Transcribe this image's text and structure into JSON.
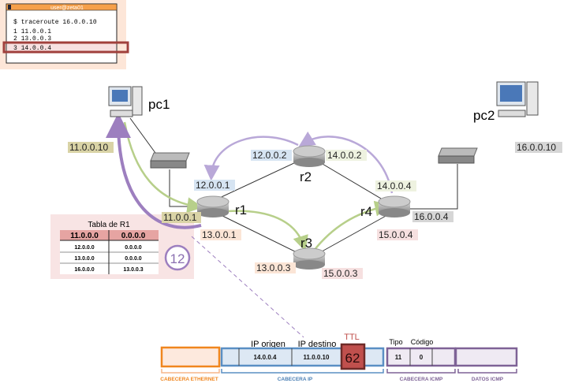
{
  "terminal": {
    "title": "user@zeta01",
    "command": "$ traceroute 16.0.0.10",
    "lines": [
      "1 11.0.0.1",
      "2 13.0.0.3",
      "3 14.0.0.4"
    ]
  },
  "hosts": {
    "pc1": "pc1",
    "pc2": "pc2",
    "pc1_ip": "11.0.0.10",
    "pc2_ip": "16.0.0.10"
  },
  "routers": {
    "r1": "r1",
    "r2": "r2",
    "r3": "r3",
    "r4": "r4"
  },
  "interfaces": {
    "r1_a": "11.0.0.1",
    "r1_b": "12.0.0.1",
    "r1_c": "13.0.0.1",
    "r2_a": "12.0.0.2",
    "r2_b": "14.0.0.2",
    "r3_a": "13.0.0.3",
    "r3_b": "15.0.0.3",
    "r4_a": "14.0.0.4",
    "r4_b": "15.0.0.4",
    "r4_c": "16.0.0.4"
  },
  "routing_table": {
    "title": "Tabla de R1",
    "rows": [
      [
        "11.0.0.0",
        "0.0.0.0"
      ],
      [
        "12.0.0.0",
        "0.0.0.0"
      ],
      [
        "13.0.0.0",
        "0.0.0.0"
      ],
      [
        "16.0.0.0",
        "13.0.0.3"
      ]
    ]
  },
  "step": "12",
  "packet": {
    "ip_origen_label": "IP origen",
    "ip_destino_label": "IP destino",
    "ttl_label": "TTL",
    "tipo_label": "Tipo",
    "codigo_label": "Código",
    "ip_origen": "14.0.0.4",
    "ip_destino": "11.0.0.10",
    "ttl": "62",
    "tipo": "11",
    "codigo": "0",
    "ethernet_label": "CABECERA ETHERNET",
    "ip_label": "CABECERA IP",
    "icmp_label": "CABECERA ICMP",
    "datos_label": "DATOS ICMP"
  },
  "colors": {
    "ethernet": "#f0861e",
    "ip": "#5a8fc4",
    "icmp": "#7e6296",
    "ttl": "#c0504d",
    "path_reply": "#9d7fbf",
    "path_request": "#b7cf8a"
  }
}
